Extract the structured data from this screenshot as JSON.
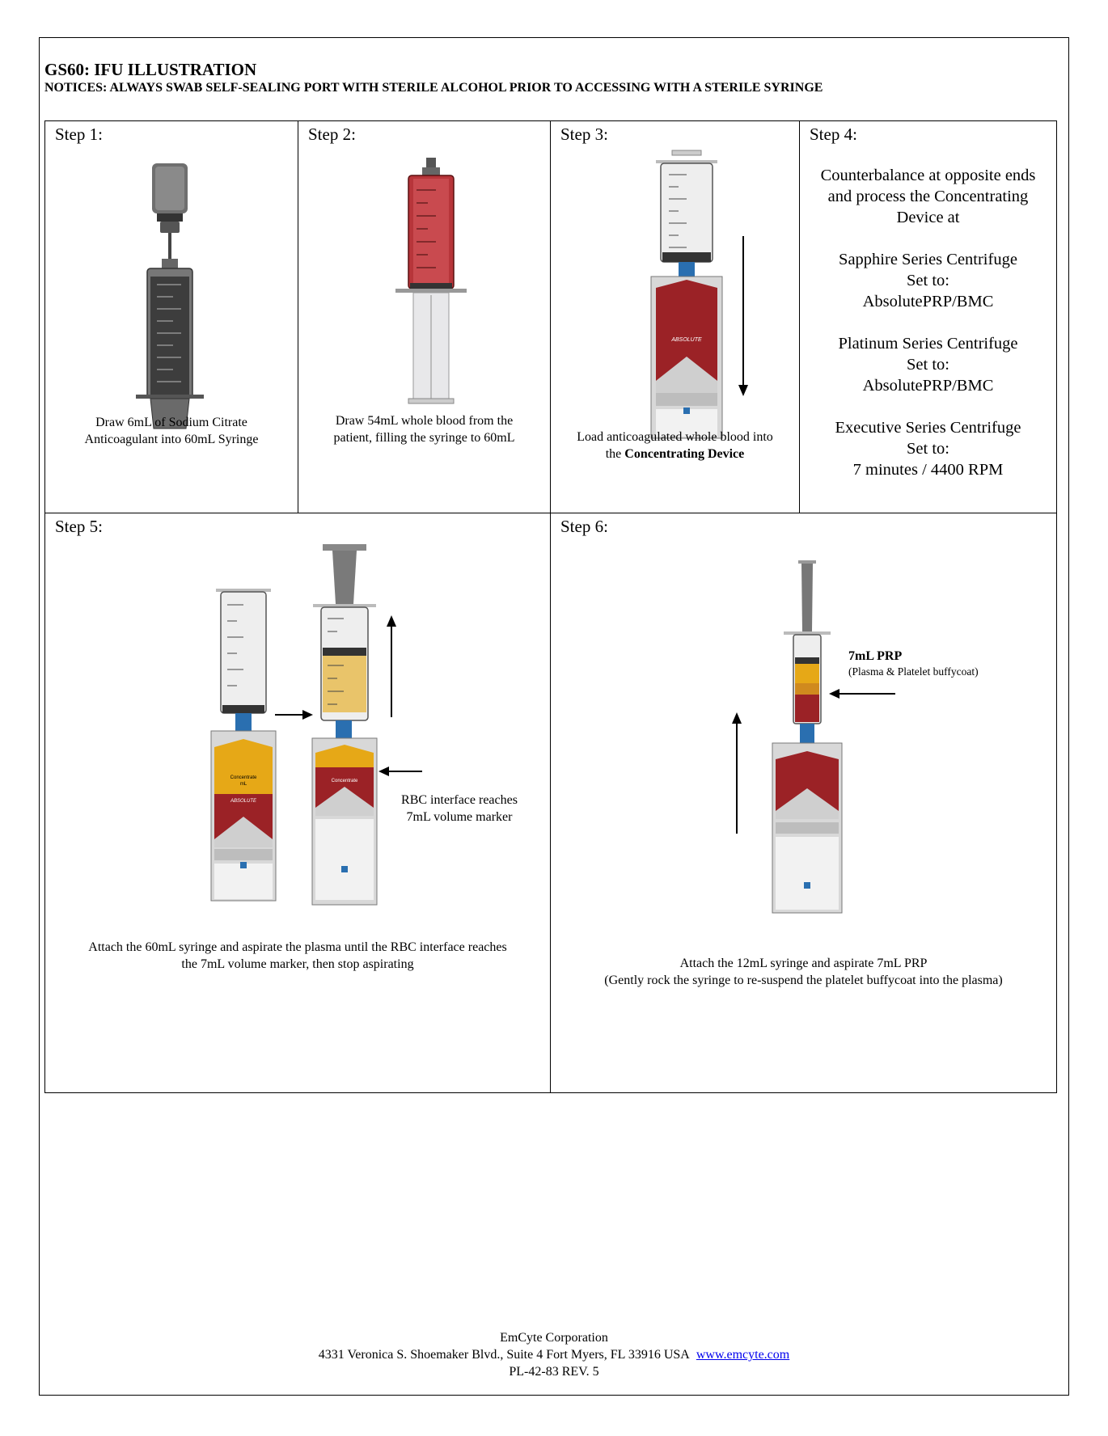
{
  "header": {
    "title": "GS60: IFU ILLUSTRATION",
    "notice": "NOTICES: ALWAYS SWAB SELF-SEALING PORT WITH STERILE ALCOHOL PRIOR TO ACCESSING WITH A STERILE SYRINGE"
  },
  "steps": [
    {
      "label": "Step 1:",
      "caption_lines": [
        "Draw 6mL of Sodium Citrate",
        "Anticoagulant into 60mL Syringe"
      ]
    },
    {
      "label": "Step 2:",
      "caption_lines": [
        "Draw 54mL whole blood from the",
        "patient, filling the syringe to 60mL"
      ]
    },
    {
      "label": "Step 3:",
      "caption_line1": "Load anticoagulated whole blood into",
      "caption_pre": "the ",
      "caption_bold": "Concentrating Device"
    },
    {
      "label": "Step 4:",
      "text_lines": [
        "Counterbalance at opposite ends",
        "and process the Concentrating",
        "Device at",
        "",
        "Sapphire Series Centrifuge",
        "Set to:",
        "AbsolutePRP/BMC",
        "",
        "Platinum Series Centrifuge",
        "Set to:",
        "AbsolutePRP/BMC",
        "",
        "Executive Series Centrifuge",
        "Set to:",
        "7 minutes / 4400 RPM"
      ]
    },
    {
      "label": "Step 5:",
      "annotation_lines": [
        "RBC interface reaches",
        "7mL volume marker"
      ],
      "caption_lines": [
        "Attach the 60mL syringe and aspirate the plasma until the RBC interface reaches",
        "the 7mL volume marker, then stop aspirating"
      ]
    },
    {
      "label": "Step 6:",
      "annotation_title": "7mL PRP",
      "annotation_sub": "(Plasma & Platelet buffycoat)",
      "caption_lines": [
        "Attach the 12mL syringe and aspirate 7mL PRP",
        "(Gently rock the syringe to re-suspend the platelet buffycoat into the plasma)"
      ]
    }
  ],
  "device_labels": {
    "concentrate": "Concentrate",
    "ml": "mL",
    "brand": "ABSOLUTE"
  },
  "footer": {
    "company": "EmCyte Corporation",
    "address": "4331 Veronica S. Shoemaker Blvd., Suite 4 Fort Myers, FL 33916 USA",
    "url": "www.emcyte.com",
    "doc_id": "PL-42-83 REV. 5"
  },
  "colors": {
    "blood": "#9b2226",
    "plasma": "#e6a817",
    "plunger": "#555555",
    "blue_port": "#2a6fb0"
  }
}
